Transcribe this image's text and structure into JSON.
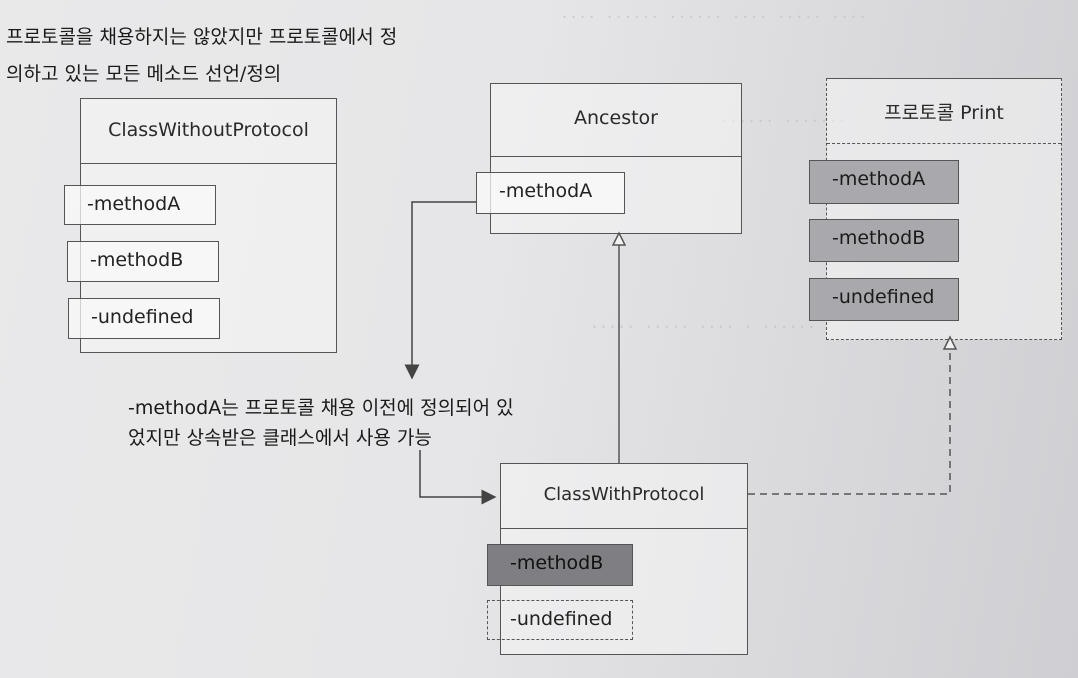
{
  "notes": {
    "top_line1": "프로토콜을 채용하지는 않았지만 프로토콜에서 정",
    "top_line2": "의하고 있는 모든 메소드 선언/정의",
    "middle_line1": "-methodA는 프로토콜 채용 이전에 정의되어 있",
    "middle_line2": "었지만 상속받은 클래스에서 사용 가능"
  },
  "class_without_protocol": {
    "title": "ClassWithoutProtocol",
    "methods": [
      "-methodA",
      "-methodB",
      "-undefined"
    ]
  },
  "ancestor": {
    "title": "Ancestor",
    "methods": [
      "-methodA"
    ]
  },
  "protocol": {
    "title": "프로토콜 Print",
    "methods": [
      "-methodA",
      "-methodB",
      "-undefined"
    ]
  },
  "class_with_protocol": {
    "title": "ClassWithProtocol",
    "methods": [
      "-methodB",
      "-undefined"
    ]
  },
  "colors": {
    "line": "#555555",
    "protocol_method_fill": "#a9a9ad",
    "implemented_method_fill": "#7f7f83"
  }
}
